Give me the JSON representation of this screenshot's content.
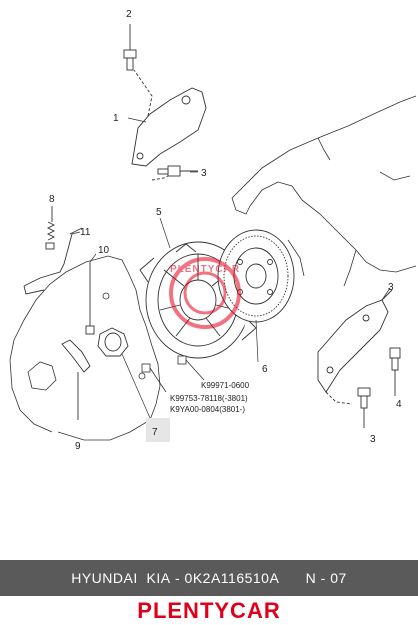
{
  "diagram": {
    "callouts": [
      "1",
      "2",
      "3",
      "3",
      "3",
      "4",
      "5",
      "6",
      "7",
      "8",
      "9",
      "10",
      "11"
    ],
    "part_numbers": [
      "K99971-0600",
      "K99753-78118(-3801)",
      "K9YA00-0804(3801-)"
    ]
  },
  "watermark": {
    "text": "PLENTYCAR",
    "color": "#e8001c"
  },
  "highlight_color": "#e6e6e6",
  "footer": {
    "maker": "HYUNDAI  KIA",
    "separator": " - ",
    "part_number": "0K2A116510A",
    "page": "N - 07"
  },
  "brand": {
    "name": "PLENTYCAR",
    "color": "#e0001b"
  }
}
